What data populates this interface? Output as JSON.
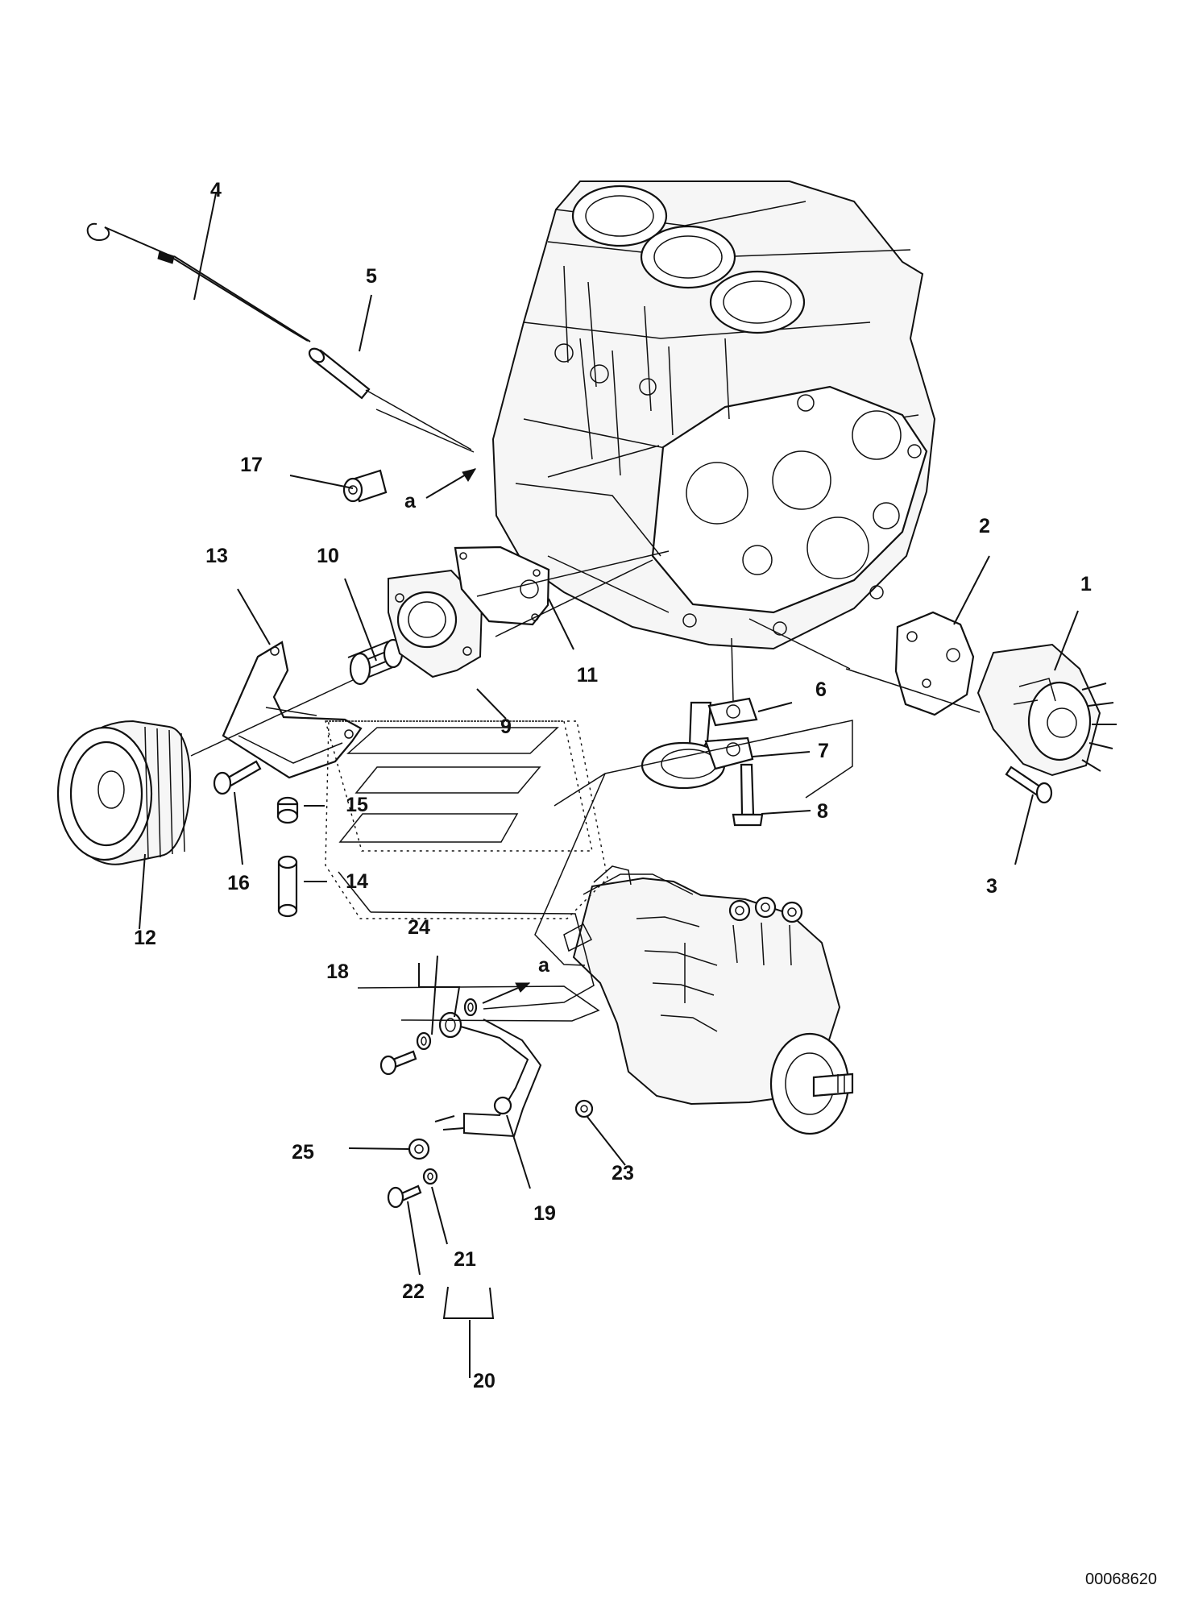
{
  "diagram": {
    "callouts": {
      "c1": "1",
      "c2": "2",
      "c3": "3",
      "c4": "4",
      "c5": "5",
      "c6": "6",
      "c7": "7",
      "c8": "8",
      "c9": "9",
      "c10": "10",
      "c11": "11",
      "c12": "12",
      "c13": "13",
      "c14": "14",
      "c15": "15",
      "c16": "16",
      "c17": "17",
      "c18": "18",
      "c19": "19",
      "c20": "20",
      "c21": "21",
      "c22": "22",
      "c23": "23",
      "c24": "24",
      "c25": "25"
    },
    "arrow_label_a": "a",
    "reference_code": "00068620"
  }
}
